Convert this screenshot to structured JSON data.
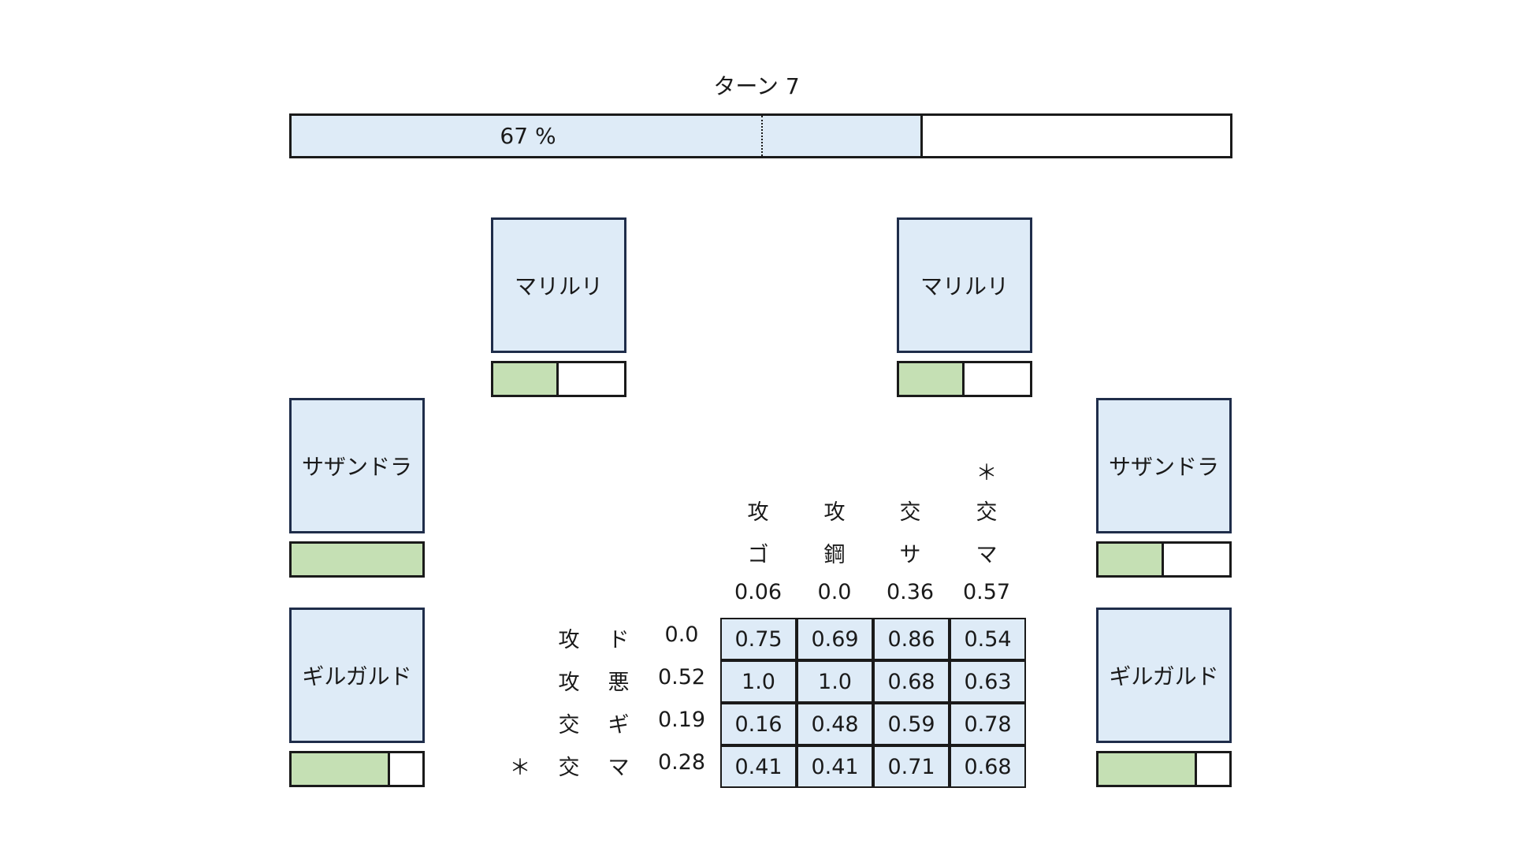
{
  "turn": {
    "label": "ターン 7"
  },
  "progress": {
    "value_percent": 67,
    "text": "67 %",
    "marker_percent": 50
  },
  "pokemon": {
    "top_left": {
      "name": "マリルリ",
      "hp": 0.5
    },
    "top_right": {
      "name": "マリルリ",
      "hp": 0.5
    },
    "left_1": {
      "name": "サザンドラ",
      "hp": 1.0
    },
    "left_2": {
      "name": "ギルガルド",
      "hp": 0.75
    },
    "right_1": {
      "name": "サザンドラ",
      "hp": 0.5
    },
    "right_2": {
      "name": "ギルガルド",
      "hp": 0.75
    }
  },
  "matrix": {
    "col_markers": [
      "",
      "",
      "",
      "＊"
    ],
    "col_actions": [
      "攻",
      "攻",
      "交",
      "交"
    ],
    "col_targets": [
      "ゴ",
      "鋼",
      "サ",
      "マ"
    ],
    "col_values": [
      "0.06",
      "0.0",
      "0.36",
      "0.57"
    ],
    "row_markers": [
      "",
      "",
      "",
      "＊"
    ],
    "row_actions": [
      "攻",
      "攻",
      "交",
      "交"
    ],
    "row_targets": [
      "ド",
      "悪",
      "ギ",
      "マ"
    ],
    "row_values": [
      "0.0",
      "0.52",
      "0.19",
      "0.28"
    ],
    "cells": [
      [
        "0.75",
        "0.69",
        "0.86",
        "0.54"
      ],
      [
        "1.0",
        "1.0",
        "0.68",
        "0.63"
      ],
      [
        "0.16",
        "0.48",
        "0.59",
        "0.78"
      ],
      [
        "0.41",
        "0.41",
        "0.71",
        "0.68"
      ]
    ]
  }
}
